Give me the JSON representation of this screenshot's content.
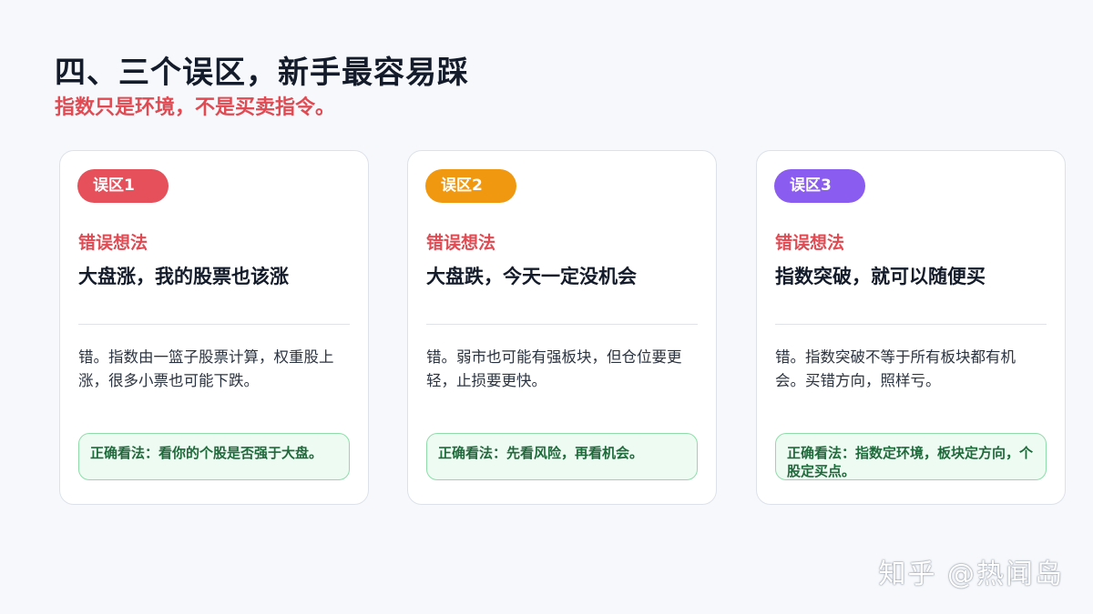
{
  "header": {
    "title": "四、三个误区，新手最容易踩",
    "subtitle": "指数只是环境，不是买卖指令。"
  },
  "cards": [
    {
      "tag": "误区1",
      "tag_color": "#e5505b",
      "wrong_label": "错误想法",
      "wrong_thought": "大盘涨，我的股票也该涨",
      "explanation": "错。指数由一篮子股票计算，权重股上涨，很多小票也可能下跌。",
      "correct": "正确看法：看你的个股是否强于大盘。"
    },
    {
      "tag": "误区2",
      "tag_color": "#f0980f",
      "wrong_label": "错误想法",
      "wrong_thought": "大盘跌，今天一定没机会",
      "explanation": "错。弱市也可能有强板块，但仓位要更轻，止损要更快。",
      "correct": "正确看法：先看风险，再看机会。"
    },
    {
      "tag": "误区3",
      "tag_color": "#8b5cf0",
      "wrong_label": "错误想法",
      "wrong_thought": "指数突破，就可以随便买",
      "explanation": "错。指数突破不等于所有板块都有机会。买错方向，照样亏。",
      "correct": "正确看法：指数定环境，板块定方向，个股定买点。"
    }
  ],
  "watermark": "知乎 @热闻岛"
}
